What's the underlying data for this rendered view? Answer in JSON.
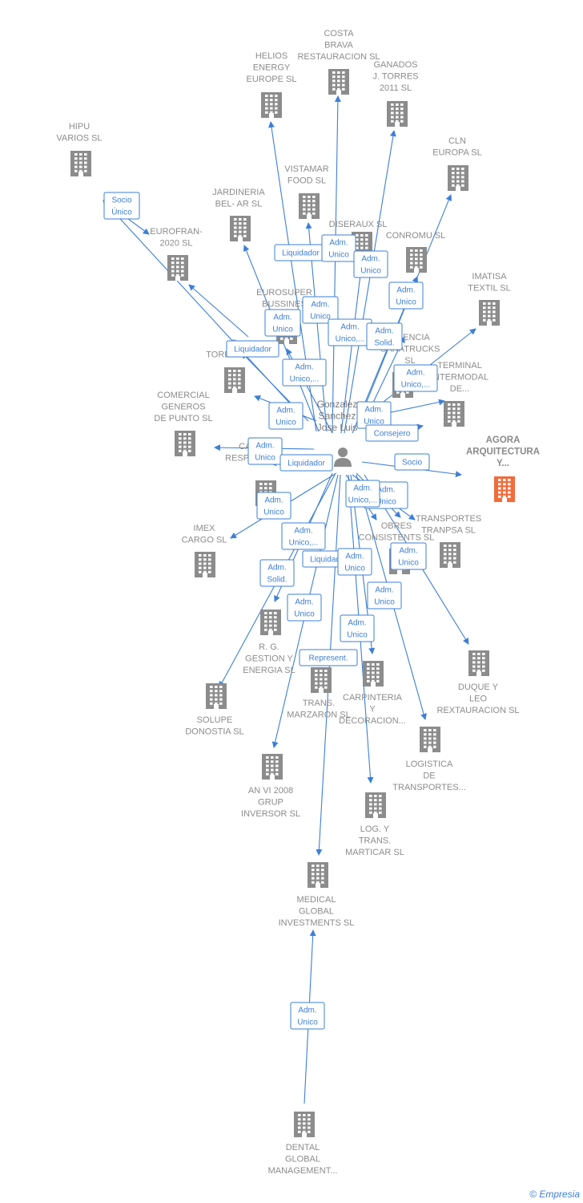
{
  "colors": {
    "edge": "#3d7fd6",
    "company": "#8c8c8c",
    "focus": "#f26b3a",
    "person": "#8c8c8c"
  },
  "person": {
    "name_lines": [
      "Gonzalez",
      "Sanchez",
      "Jose Luis"
    ]
  },
  "focus_company": {
    "name_lines": [
      "AGORA",
      "ARQUITECTURA",
      "Y..."
    ]
  },
  "companies": [
    {
      "name_lines": [
        "COSTA",
        "BRAVA",
        "RESTAURACION SL"
      ]
    },
    {
      "name_lines": [
        "HELIOS",
        "ENERGY",
        "EUROPE SL"
      ]
    },
    {
      "name_lines": [
        "GANADOS",
        "J.  TORRES",
        "2011 SL"
      ]
    },
    {
      "name_lines": [
        "HIPU",
        "VARIOS  SL"
      ]
    },
    {
      "name_lines": [
        "CLN",
        "EUROPA  SL"
      ]
    },
    {
      "name_lines": [
        "VISTAMAR",
        "FOOD  SL"
      ]
    },
    {
      "name_lines": [
        "JARDINERIA",
        "BEL- AR  SL"
      ]
    },
    {
      "name_lines": [
        "EUROFRAN-",
        "2020 SL"
      ]
    },
    {
      "name_lines": [
        "DISERAUX  SL"
      ]
    },
    {
      "name_lines": [
        "CONROMU SL"
      ]
    },
    {
      "name_lines": [
        "IMATISA",
        "TEXTIL  SL"
      ]
    },
    {
      "name_lines": [
        "EUROSUPER",
        "BUSSINES"
      ]
    },
    {
      "name_lines": [
        "R",
        "TORDERA SL"
      ]
    },
    {
      "name_lines": [
        "AGENCIA",
        "CARATRUCKS",
        "SL"
      ]
    },
    {
      "name_lines": [
        "TERMINAL",
        "INTERMODAL",
        "DE..."
      ]
    },
    {
      "name_lines": [
        "COMERCIAL",
        "GENEROS",
        "DE PUNTO SL"
      ]
    },
    {
      "name_lines": [
        "CALIDAD",
        "RESPUESTA SL"
      ]
    },
    {
      "name_lines": [
        "TRANSPORTES",
        "TRANPSA SL"
      ]
    },
    {
      "name_lines": [
        "IMEX",
        "CARGO  SL"
      ]
    },
    {
      "name_lines": [
        "OBRES",
        "CONSISTENTS SL"
      ]
    },
    {
      "name_lines": [
        "R.  G.",
        "GESTION Y",
        "ENERGIA SL"
      ]
    },
    {
      "name_lines": [
        "DUQUE Y",
        "LEO",
        "REXTAURACION SL"
      ]
    },
    {
      "name_lines": [
        "SOLUPE",
        "DONOSTIA SL"
      ]
    },
    {
      "name_lines": [
        "TRANS.",
        "MARZARON  SL"
      ]
    },
    {
      "name_lines": [
        "CARPINTERIA",
        "Y",
        "DECORACION..."
      ]
    },
    {
      "name_lines": [
        "LOGISTICA",
        "DE",
        "TRANSPORTES..."
      ]
    },
    {
      "name_lines": [
        "AN VI 2008",
        "GRUP",
        "INVERSOR SL"
      ]
    },
    {
      "name_lines": [
        "LOG.  Y",
        "TRANS.",
        "MARTICAR  SL"
      ]
    },
    {
      "name_lines": [
        "MEDICAL",
        "GLOBAL",
        "INVESTMENTS SL"
      ]
    },
    {
      "name_lines": [
        "DENTAL",
        "GLOBAL",
        "MANAGEMENT..."
      ]
    }
  ],
  "edge_labels": [
    {
      "lines": [
        "Socio",
        "Único"
      ]
    },
    {
      "lines": [
        "Liquidador"
      ]
    },
    {
      "lines": [
        "Adm.",
        "Unico"
      ]
    },
    {
      "lines": [
        "Adm.",
        "Unico"
      ]
    },
    {
      "lines": [
        "Adm.",
        "Unico"
      ]
    },
    {
      "lines": [
        "Adm.",
        "Unico"
      ]
    },
    {
      "lines": [
        "Adm.",
        "Unico"
      ]
    },
    {
      "lines": [
        "Adm.",
        "Unico,..."
      ]
    },
    {
      "lines": [
        "Adm.",
        "Solid."
      ]
    },
    {
      "lines": [
        "Liquidador"
      ]
    },
    {
      "lines": [
        "Adm.",
        "Unico,..."
      ]
    },
    {
      "lines": [
        "Adm.",
        "Unico,..."
      ]
    },
    {
      "lines": [
        "Adm.",
        "Unico"
      ]
    },
    {
      "lines": [
        "Adm.",
        "Unico"
      ]
    },
    {
      "lines": [
        "Consejero"
      ]
    },
    {
      "lines": [
        "Adm.",
        "Unico"
      ]
    },
    {
      "lines": [
        "Liquidador"
      ]
    },
    {
      "lines": [
        "Socio"
      ]
    },
    {
      "lines": [
        "Adm.",
        "Unico"
      ]
    },
    {
      "lines": [
        "Adm.",
        "Unico"
      ]
    },
    {
      "lines": [
        "Adm.",
        "Unico,..."
      ]
    },
    {
      "lines": [
        "Adm.",
        "Unico,..."
      ]
    },
    {
      "lines": [
        "Adm.",
        "Solid."
      ]
    },
    {
      "lines": [
        "Liquidador"
      ]
    },
    {
      "lines": [
        "Adm.",
        "Unico"
      ]
    },
    {
      "lines": [
        "Adm.",
        "Unico"
      ]
    },
    {
      "lines": [
        "Adm.",
        "Unico"
      ]
    },
    {
      "lines": [
        "Adm.",
        "Unico"
      ]
    },
    {
      "lines": [
        "Adm.",
        "Unico"
      ]
    },
    {
      "lines": [
        "Represent."
      ]
    },
    {
      "lines": [
        "Adm.",
        "Unico"
      ]
    }
  ],
  "brand": {
    "copyright": "©",
    "name": "Empresia"
  }
}
